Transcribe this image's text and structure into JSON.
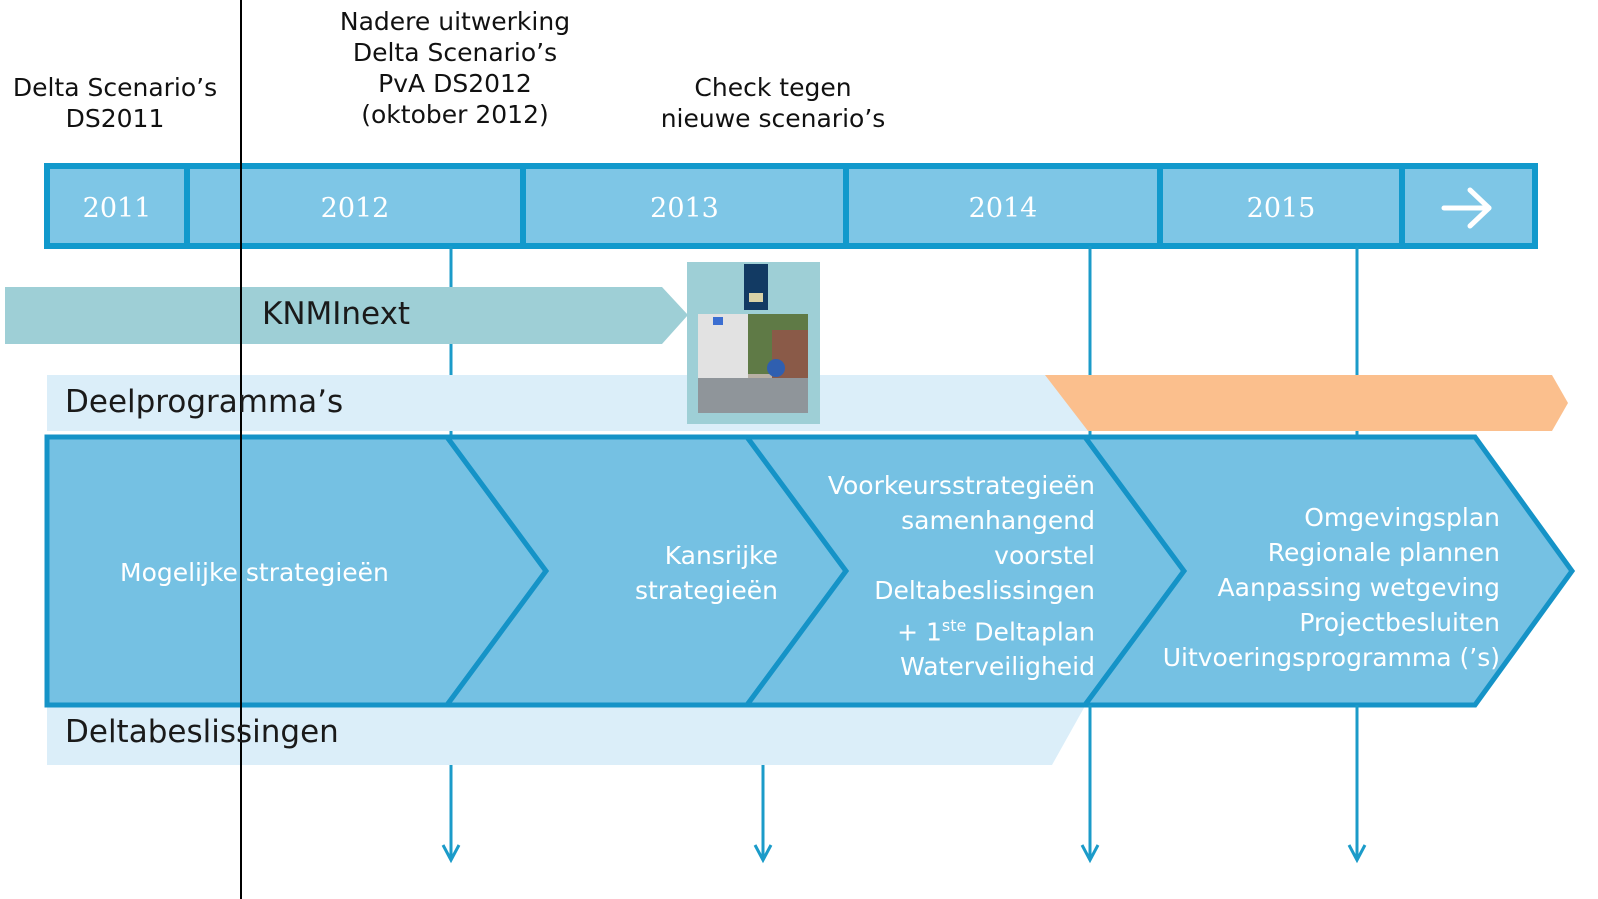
{
  "top_labels": {
    "ds2011": "Delta Scenario’s\nDS2011",
    "nadere": "Nadere uitwerking\nDelta Scenario’s\nPvA DS2012\n(oktober 2012)",
    "check": "Check tegen\nnieuwe scenario’s"
  },
  "timeline": {
    "years": [
      "2011",
      "2012",
      "2013",
      "2014",
      "2015"
    ]
  },
  "knmi_label": "KNMInext",
  "deelprogrammas_label": "Deelprogramma’s",
  "deltabeslissingen_label": "Deltabeslissingen",
  "phases": {
    "p1": "Mogelijke strategieën",
    "p2": "Kansrijke\nstrategieën",
    "p3a": "Voorkeursstrategieën\nsamenhangend\nvoorstel\nDeltabeslissingen",
    "p3b_pre": "+ 1",
    "p3b_sup": "ste",
    "p3b_post": " Deltaplan",
    "p3c": "Waterveiligheid",
    "p4": "Omgevingsplan\nRegionale plannen\nAanpassing wetgeving\nProjectbesluiten\nUitvoeringsprogramma (’s)"
  },
  "colors": {
    "timeline_border": "#1199cc",
    "timeline_fill": "#7ec6e6",
    "knmi_fill": "#9ecfd6",
    "band_fill": "#dbeef9",
    "orange_fill": "#fbbf8d",
    "phase_fill": "#75c1e3",
    "phase_border": "#1593c7",
    "arrow_line": "#1b9bc9"
  }
}
